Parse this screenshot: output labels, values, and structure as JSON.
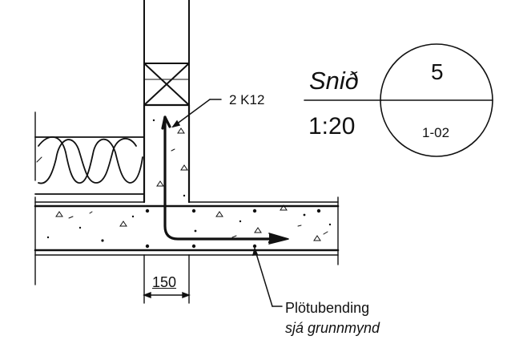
{
  "title_block": {
    "section_word": "Snið",
    "scale": "1:20",
    "section_number": "5",
    "sheet_reference": "1-02"
  },
  "labels": {
    "rebar_callout": "2 K12",
    "dimension": "150",
    "note_line1": "Plötubending",
    "note_line2": "sjá grunnmynd"
  },
  "colors": {
    "ink": "#111111",
    "background": "#ffffff"
  }
}
